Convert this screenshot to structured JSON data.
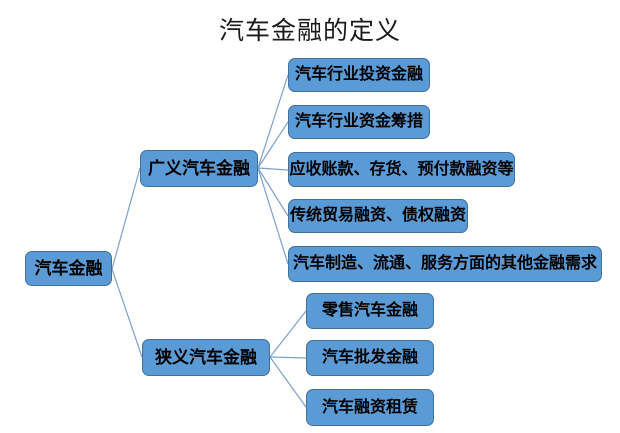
{
  "title": "汽车金融的定义",
  "colors": {
    "node_fill": "#5B9BD5",
    "node_border": "#41719C",
    "connector": "#7da0cc",
    "node_text": "#000000",
    "title_text": "#1a1a1a",
    "background": "#ffffff"
  },
  "diagram": {
    "type": "tree",
    "root": {
      "label": "汽车金融"
    },
    "branches": [
      {
        "label": "广义汽车金融",
        "children": [
          {
            "label": "汽车行业投资金融"
          },
          {
            "label": "汽车行业资金筹措"
          },
          {
            "label": "应收账款、存货、预付款融资等"
          },
          {
            "label": "传统贸易融资、债权融资"
          },
          {
            "label": "汽车制造、流通、服务方面的其他金融需求"
          }
        ]
      },
      {
        "label": "狭义汽车金融",
        "children": [
          {
            "label": "零售汽车金融"
          },
          {
            "label": "汽车批发金融"
          },
          {
            "label": "汽车融资租赁"
          }
        ]
      }
    ]
  }
}
